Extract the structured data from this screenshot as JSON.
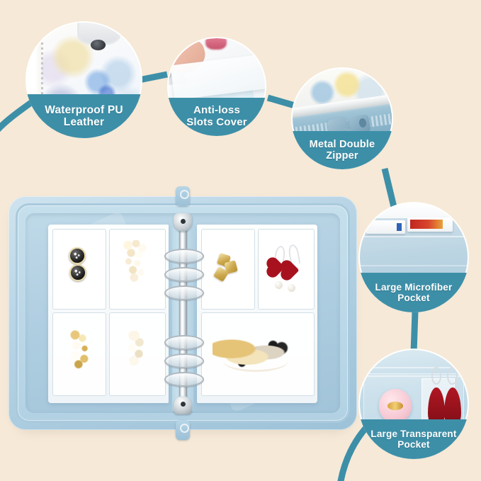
{
  "page": {
    "kind": "product-infographic",
    "subject": "Jewelry organizer binder with zipper",
    "background_color": "#f6e9d7",
    "accent_color": "#3d8fa8",
    "binder_color": "#a9cade",
    "connector_color": "#3d8fa8"
  },
  "features": [
    {
      "id": "waterproof-pu-leather",
      "label": "Waterproof PU\nLeather",
      "label_line1": "Waterproof PU",
      "label_line2": "Leather",
      "photo_alt": "Close-up of floral watercolor printed PU leather cover with metal clip"
    },
    {
      "id": "anti-loss-slots-cover",
      "label": "Anti-loss\nSlots Cover",
      "label_line1": "Anti-loss",
      "label_line2": "Slots Cover",
      "photo_alt": "Hand lifting the translucent anti-loss slot cover over blue beaded bracelet"
    },
    {
      "id": "metal-double-zipper",
      "label": "Metal Double\nZipper",
      "label_line1": "Metal Double",
      "label_line2": "Zipper",
      "photo_alt": "Close-up of two blue metal zipper sliders on the binder edge"
    },
    {
      "id": "large-microfiber-pocket",
      "label": "Large Microfiber\nPocket",
      "label_line1": "Large Microfiber",
      "label_line2": "Pocket",
      "photo_alt": "Light blue microfiber pocket holding a white card and a red package"
    },
    {
      "id": "large-transparent-pocket",
      "label": "Large Transparent\nPocket",
      "label_line1": "Large Transparent",
      "label_line2": "Pocket",
      "photo_alt": "Clear pocket holding a pink compact and red teardrop earrings on a card"
    }
  ],
  "product": {
    "name": "open-jewelry-binder",
    "ring_count": 6,
    "pages": {
      "left": {
        "slots": [
          {
            "position": "top-left",
            "contents": "two black round gold-rimmed stud earrings"
          },
          {
            "position": "top-right",
            "contents": "ivory pearl cluster earrings"
          },
          {
            "position": "bottom-left",
            "contents": "gold and pearl drop earrings"
          },
          {
            "position": "bottom-right",
            "contents": "ivory gold filigree earrings"
          }
        ]
      },
      "right": {
        "slots": [
          {
            "position": "top-left",
            "contents": "gold square bow earrings"
          },
          {
            "position": "top-right",
            "contents": "red heart earrings with pearl drops"
          },
          {
            "position": "bottom-wide",
            "contents": "gold pearl and black bead necklace"
          }
        ]
      }
    }
  }
}
